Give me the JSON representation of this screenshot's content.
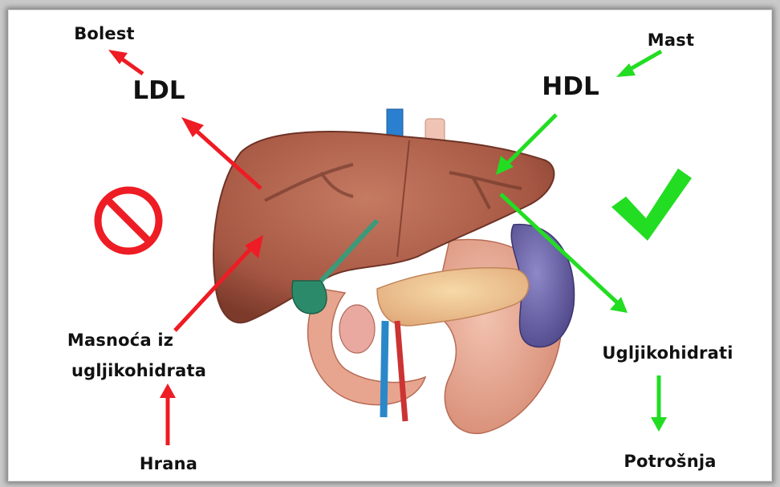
{
  "labels": {
    "bolest": "Bolest",
    "ldl": "LDL",
    "mast": "Mast",
    "hdl": "HDL",
    "masnoca_line1": "Masnoća iz",
    "masnoca_line2": "ugljikohidrata",
    "hrana": "Hrana",
    "ugljikohidrati": "Ugljikohidrati",
    "potrosnja": "Potrošnja"
  },
  "icons": {
    "left": "prohibition-icon",
    "right": "checkmark-icon"
  },
  "colors": {
    "bad": "#ee1c24",
    "good": "#22dd22",
    "liver": "#a85a45"
  }
}
